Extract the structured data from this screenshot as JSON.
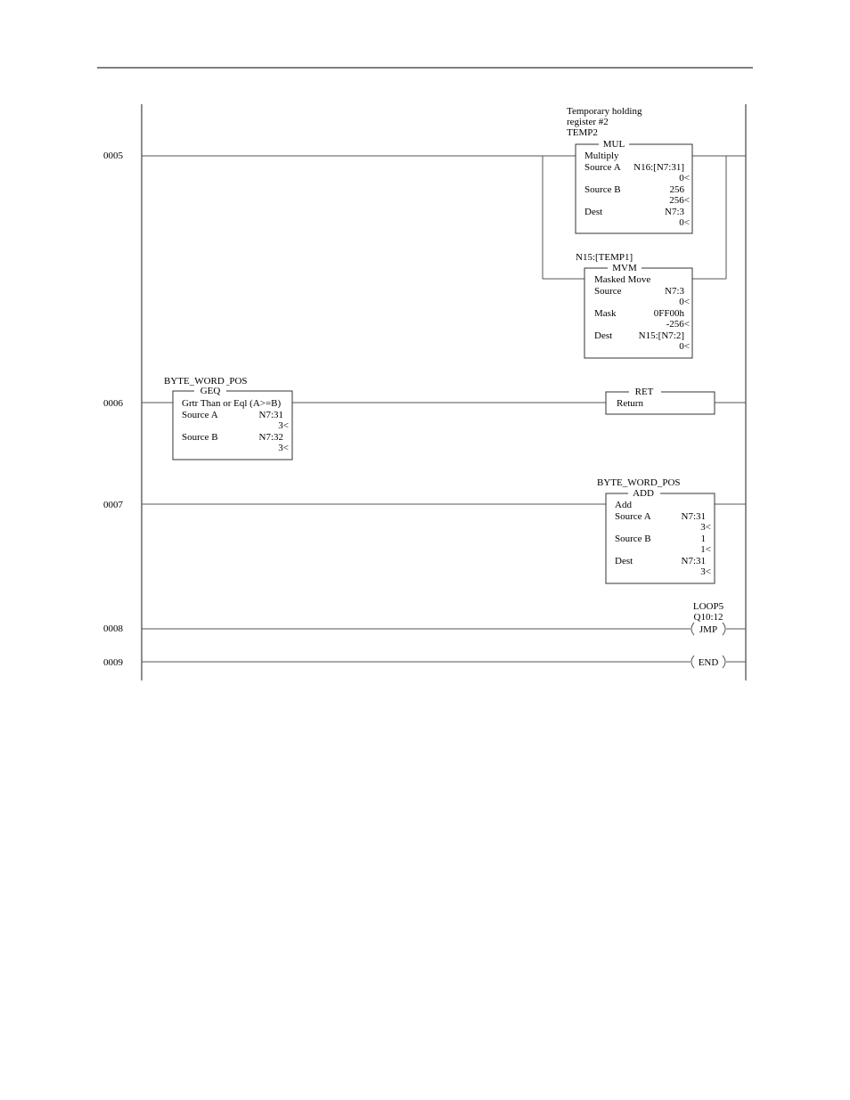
{
  "rungs": [
    {
      "number": "0005"
    },
    {
      "number": "0006"
    },
    {
      "number": "0007"
    },
    {
      "number": "0008"
    },
    {
      "number": "0009"
    }
  ],
  "mul": {
    "comment": [
      "Temporary holding",
      "register #2",
      "TEMP2"
    ],
    "mnemonic": "MUL",
    "title": "Multiply",
    "source_a_label": "Source A",
    "source_a_addr": "N16:[N7:31]",
    "source_a_val": "0<",
    "source_b_label": "Source B",
    "source_b_addr": "256",
    "source_b_val": "256<",
    "dest_label": "Dest",
    "dest_addr": "N7:3",
    "dest_val": "0<"
  },
  "mvm": {
    "comment": "N15:[TEMP1]",
    "mnemonic": "MVM",
    "title": "Masked Move",
    "source_label": "Source",
    "source_addr": "N7:3",
    "source_val": "0<",
    "mask_label": "Mask",
    "mask_addr": "0FF00h",
    "mask_val": "-256<",
    "dest_label": "Dest",
    "dest_addr": "N15:[N7:2]",
    "dest_val": "0<"
  },
  "geq": {
    "comment": "BYTE_WORD_POS",
    "mnemonic": "GEQ",
    "title": "Grtr Than or Eql (A>=B)",
    "source_a_label": "Source A",
    "source_a_addr": "N7:31",
    "source_a_val": "3<",
    "source_b_label": "Source B",
    "source_b_addr": "N7:32",
    "source_b_val": "3<"
  },
  "ret": {
    "mnemonic": "RET",
    "title": "Return"
  },
  "add": {
    "comment": "BYTE_WORD_POS",
    "mnemonic": "ADD",
    "title": "Add",
    "source_a_label": "Source A",
    "source_a_addr": "N7:31",
    "source_a_val": "3<",
    "source_b_label": "Source B",
    "source_b_addr": "1",
    "source_b_val": "1<",
    "dest_label": "Dest",
    "dest_addr": "N7:31",
    "dest_val": "3<"
  },
  "jmp": {
    "comment": "LOOP5",
    "address": "Q10:12",
    "mnemonic": "JMP"
  },
  "end": {
    "mnemonic": "END"
  }
}
